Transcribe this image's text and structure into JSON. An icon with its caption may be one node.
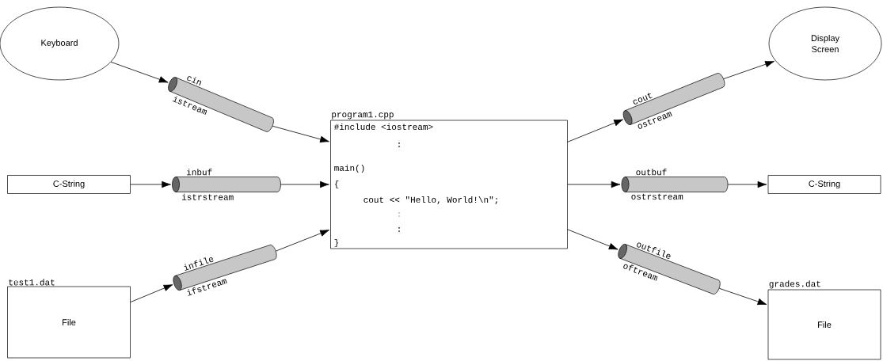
{
  "diagram": {
    "nodes": [
      {
        "text": [
          "Keyboard"
        ]
      },
      {
        "text": [],
        "shape": "cylinder",
        "beside": [
          "cin",
          "istream"
        ]
      },
      {
        "text": [
          "C-String"
        ]
      },
      {
        "text": [],
        "shape": "cylinder",
        "beside": [
          "inbuf",
          "istrstream"
        ]
      },
      {
        "text": [
          "test1.dat",
          "File"
        ]
      },
      {
        "text": [],
        "shape": "cylinder",
        "beside": [
          "infile",
          "ifstream"
        ]
      },
      {
        "text": [
          "program1.cpp",
          "#include <iostream>",
          ":",
          "main()",
          "{",
          "cout << \"Hello, World!\\n\";",
          ":",
          ":",
          "}"
        ]
      },
      {
        "text": [],
        "shape": "cylinder",
        "beside": [
          "cout",
          "ostream"
        ]
      },
      {
        "text": [
          "Display Screen"
        ]
      },
      {
        "text": [],
        "shape": "cylinder",
        "beside": [
          "outbuf",
          "ostrstream"
        ]
      },
      {
        "text": [
          "C-String"
        ]
      },
      {
        "text": [],
        "shape": "cylinder",
        "beside": [
          "outfile",
          "oftream"
        ]
      },
      {
        "text": [
          "grades.dat",
          "File"
        ]
      }
    ],
    "edges": [
      {
        "from": 0,
        "to": 1,
        "arrow": "to"
      },
      {
        "from": 1,
        "to": 6,
        "arrow": "to"
      },
      {
        "from": 2,
        "to": 3,
        "arrow": "to"
      },
      {
        "from": 3,
        "to": 6,
        "arrow": "to"
      },
      {
        "from": 4,
        "to": 5,
        "arrow": "to"
      },
      {
        "from": 5,
        "to": 6,
        "arrow": "to"
      },
      {
        "from": 6,
        "to": 7,
        "arrow": "to"
      },
      {
        "from": 7,
        "to": 8,
        "arrow": "to"
      },
      {
        "from": 6,
        "to": 9,
        "arrow": "to"
      },
      {
        "from": 9,
        "to": 10,
        "arrow": "to"
      },
      {
        "from": 6,
        "to": 11,
        "arrow": "to"
      },
      {
        "from": 11,
        "to": 12,
        "arrow": "to"
      }
    ]
  }
}
